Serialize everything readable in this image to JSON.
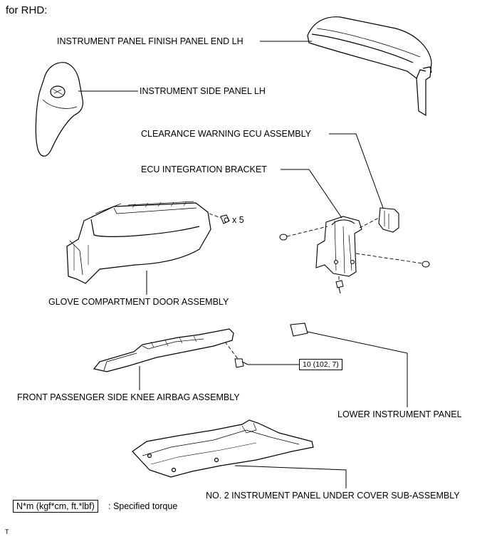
{
  "title": "for RHD:",
  "labels": {
    "finish_panel_end": "INSTRUMENT PANEL FINISH PANEL END LH",
    "side_panel": "INSTRUMENT SIDE PANEL LH",
    "clearance_ecu": "CLEARANCE WARNING ECU ASSEMBLY",
    "ecu_bracket": "ECU INTEGRATION BRACKET",
    "glove_door": "GLOVE COMPARTMENT DOOR ASSEMBLY",
    "knee_airbag": "FRONT PASSENGER SIDE KNEE AIRBAG ASSEMBLY",
    "lower_panel": "LOWER INSTRUMENT PANEL",
    "under_cover": "NO. 2 INSTRUMENT PANEL UNDER COVER SUB-ASSEMBLY"
  },
  "screw_count": "x 5",
  "torque_value": "10 (102, 7)",
  "legend": {
    "unit": "N*m (kgf*cm, ft.*lbf)",
    "text": ": Specified torque"
  },
  "corner_mark": "T"
}
